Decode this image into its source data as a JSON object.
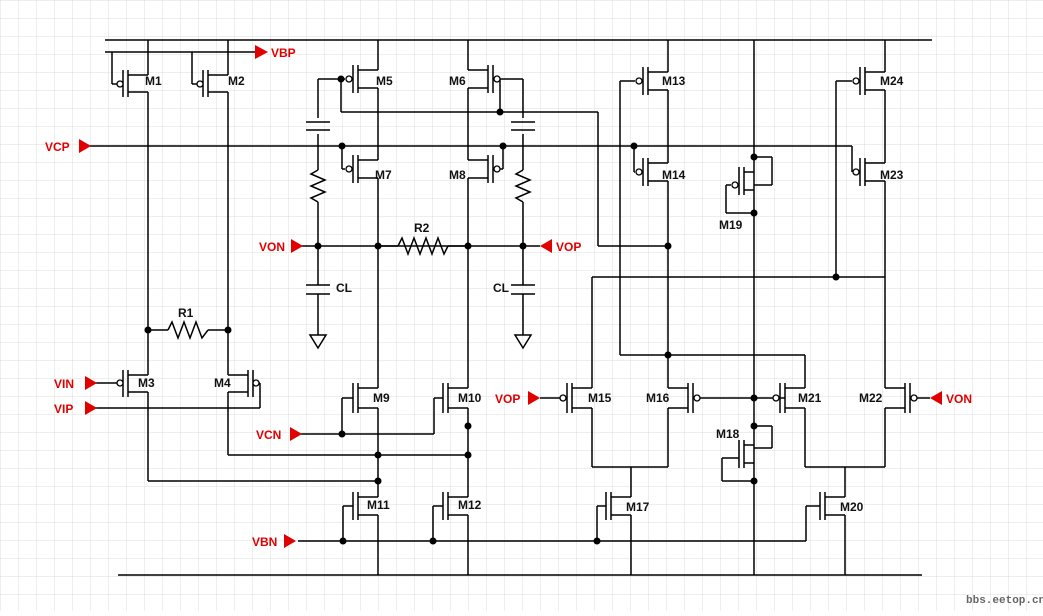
{
  "transistors": [
    "M1",
    "M2",
    "M3",
    "M4",
    "M5",
    "M6",
    "M7",
    "M8",
    "M9",
    "M10",
    "M11",
    "M12",
    "M13",
    "M14",
    "M15",
    "M16",
    "M17",
    "M18",
    "M19",
    "M20",
    "M21",
    "M22",
    "M23",
    "M24"
  ],
  "resistors": [
    "R1",
    "R2"
  ],
  "capacitors": [
    "CL",
    "CL"
  ],
  "ports": [
    "VBP",
    "VCP",
    "VON",
    "VOP",
    "VIN",
    "VIP",
    "VCN",
    "VBN",
    "VOP",
    "VON"
  ],
  "watermark": "bbs.eetop.cn",
  "colors": {
    "port": "#e00000",
    "wire": "#000000",
    "grid": "#dcdcdc"
  }
}
